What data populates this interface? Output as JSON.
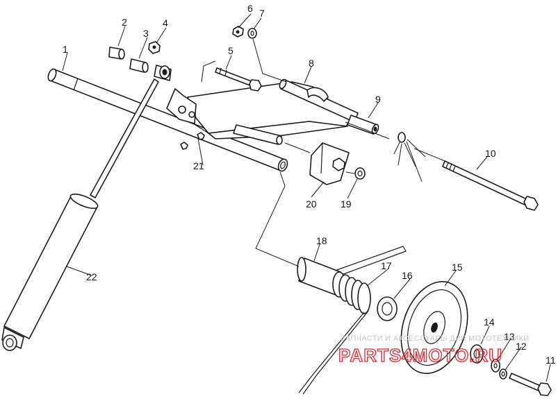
{
  "callouts": {
    "c1": "1",
    "c2": "2",
    "c3": "3",
    "c4": "4",
    "c5": "5",
    "c6": "6",
    "c7": "7",
    "c8": "8",
    "c9": "9",
    "c10": "10",
    "c11": "11",
    "c12": "12",
    "c13": "13",
    "c14": "14",
    "c15": "15",
    "c16": "16",
    "c17": "17",
    "c18": "18",
    "c19": "19",
    "c20": "20",
    "c21": "21",
    "c22": "22"
  },
  "watermark": {
    "tagline": "ЗАПЧАСТИ И АКСЕССУАРЫ ДЛЯ МОТОТЕХНИКИ",
    "brand": "PARTS4MOTO.RU"
  },
  "colors": {
    "line": "#1a1a1a",
    "watermark_brand": "#e0242c",
    "watermark_tagline": "#c8c8c8"
  }
}
